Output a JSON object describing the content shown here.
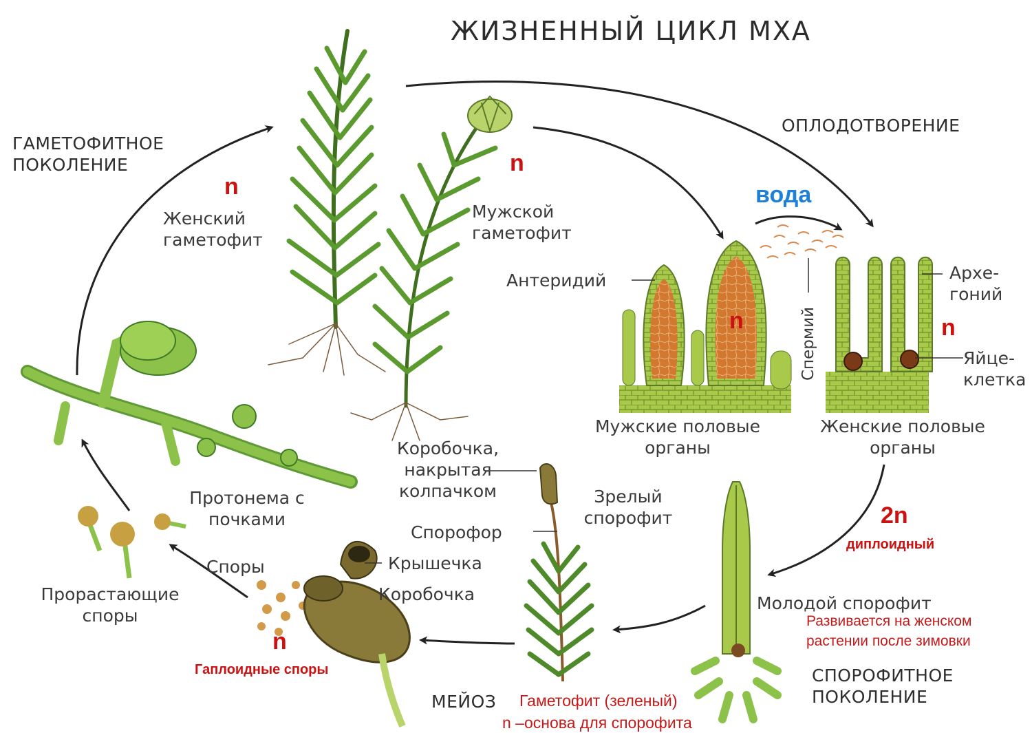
{
  "title": "ЖИЗНЕННЫЙ ЦИКЛ МХА",
  "stages": {
    "gametophyte_generation": [
      "ГАМЕТОФИТНОЕ",
      "ПОКОЛЕНИЕ"
    ],
    "fertilization": "ОПЛОДОТВОРЕНИЕ",
    "sporophyte_generation": [
      "СПОРОФИТНОЕ",
      "ПОКОЛЕНИЕ"
    ],
    "meiosis": "МЕЙОЗ"
  },
  "labels": {
    "female_gametophyte": [
      "Женский",
      "гаметофит"
    ],
    "male_gametophyte": [
      "Мужской",
      "гаметофит"
    ],
    "antheridium": "Антеридий",
    "archegonium": [
      "Архе-",
      "гоний"
    ],
    "sperm": "Спермий",
    "egg_cell": [
      "Яйце-",
      "клетка"
    ],
    "male_organs": [
      "Мужские половые",
      "органы"
    ],
    "female_organs": [
      "Женские половые",
      "органы"
    ],
    "capsule_covered": [
      "Коробочка,",
      "накрытая",
      "колпачком"
    ],
    "mature_sporophyte": [
      "Зрелый",
      "спорофит"
    ],
    "sporophore": "Спорофор",
    "lid": "Крышечка",
    "capsule": "Коробочка",
    "spores": "Споры",
    "protonema": [
      "Протонема с",
      "почками"
    ],
    "germinating_spores": [
      "Прорастающие",
      "споры"
    ],
    "young_sporophyte": "Молодой спорофит"
  },
  "annotations": {
    "n": "n",
    "two_n": "2n",
    "diploid": "диплоидный",
    "water": "вода",
    "haploid_spores": "Гаплоидные споры",
    "develops_on_female": [
      "Развивается на женском",
      "растении после зимовки"
    ],
    "gametophyte_green": "Гаметофит (зеленый)",
    "basis_for_sporophyte": "n –основа для спорофита"
  },
  "colors": {
    "plant_green": "#4f8a2a",
    "light_green": "#9cc24a",
    "cell_green": "#a9c94a",
    "orange_tissue": "#d3782f",
    "capsule_brown": "#8a7a3a",
    "annotation_red": "#cc1111",
    "water_blue": "#1f80d8",
    "text_gray": "#3a3a3a"
  }
}
